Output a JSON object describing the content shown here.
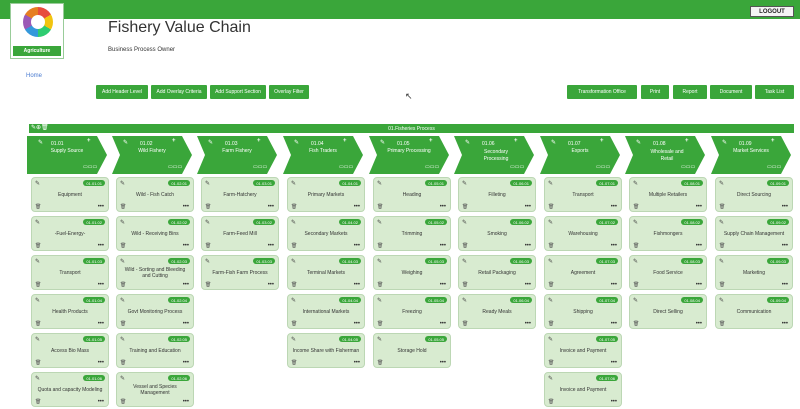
{
  "topbar": {
    "logout_label": "LOGOUT"
  },
  "logo": {
    "label": "Agriculture"
  },
  "app": {
    "title": "Fishery Value Chain",
    "subtitle": "Business Process Owner",
    "breadcrumb": "Home"
  },
  "toolbar_left": [
    "Add Header Level",
    "Add Overlay Criteria",
    "Add Support Section",
    "Overlay Filter"
  ],
  "toolbar_right": [
    "Transformation Office",
    "Print",
    "Report",
    "Document",
    "Task List"
  ],
  "process": {
    "title": "01.Fisheries Process"
  },
  "headers": [
    {
      "code": "01.01",
      "name": "Supply Source"
    },
    {
      "code": "01.02",
      "name": "Wild Fishery"
    },
    {
      "code": "01.03",
      "name": "Farm Fishery"
    },
    {
      "code": "01.04",
      "name": "Fish Traders"
    },
    {
      "code": "01.05",
      "name": "Primary Processing"
    },
    {
      "code": "01.06",
      "name": "Secondary Processing"
    },
    {
      "code": "01.07",
      "name": "Exports"
    },
    {
      "code": "01.08",
      "name": "Wholesale and Retail"
    },
    {
      "code": "01.09",
      "name": "Market Services"
    }
  ],
  "columns": [
    [
      {
        "code": "01.01.01",
        "name": "Equipment"
      },
      {
        "code": "01.01.02",
        "name": "-Fuel-Energy-"
      },
      {
        "code": "01.01.03",
        "name": "Transport"
      },
      {
        "code": "01.01.04",
        "name": "Health Products"
      },
      {
        "code": "01.01.05",
        "name": "Access Bio Mass"
      },
      {
        "code": "01.01.06",
        "name": "Quota and capacity Modeling"
      }
    ],
    [
      {
        "code": "01.02.01",
        "name": "Wild - Fish Catch"
      },
      {
        "code": "01.02.02",
        "name": "Wild - Receiving Bins"
      },
      {
        "code": "01.02.03",
        "name": "Wild - Sorting and Bleeding and Cutting"
      },
      {
        "code": "01.02.04",
        "name": "Govt Monitoring Process"
      },
      {
        "code": "01.02.05",
        "name": "Training and Education"
      },
      {
        "code": "01.02.06",
        "name": "Vessel and Species Management"
      }
    ],
    [
      {
        "code": "01.03.01",
        "name": "Farm-Hatchery"
      },
      {
        "code": "01.03.02",
        "name": "Farm-Feed Mill"
      },
      {
        "code": "01.03.03",
        "name": "Farm-Fish Farm Process"
      }
    ],
    [
      {
        "code": "01.04.01",
        "name": "Primary Markets"
      },
      {
        "code": "01.04.02",
        "name": "Secondary Markets"
      },
      {
        "code": "01.04.03",
        "name": "Terminal Markets"
      },
      {
        "code": "01.04.04",
        "name": "International Markets"
      },
      {
        "code": "01.04.05",
        "name": "Income Share with Fisherman"
      }
    ],
    [
      {
        "code": "01.05.01",
        "name": "Heading"
      },
      {
        "code": "01.05.02",
        "name": "Trimming"
      },
      {
        "code": "01.05.03",
        "name": "Weighing"
      },
      {
        "code": "01.05.04",
        "name": "Freezing"
      },
      {
        "code": "01.05.05",
        "name": "Storage Hold"
      }
    ],
    [
      {
        "code": "01.06.01",
        "name": "Filleting"
      },
      {
        "code": "01.06.02",
        "name": "Smoking"
      },
      {
        "code": "01.06.03",
        "name": "Retail Packaging"
      },
      {
        "code": "01.06.04",
        "name": "Ready Meals"
      }
    ],
    [
      {
        "code": "01.07.01",
        "name": "Transport"
      },
      {
        "code": "01.07.02",
        "name": "Warehousing"
      },
      {
        "code": "01.07.03",
        "name": "Agreement"
      },
      {
        "code": "01.07.04",
        "name": "Shipping"
      },
      {
        "code": "01.07.05",
        "name": "Invoice and Payment"
      },
      {
        "code": "01.07.06",
        "name": "Invoice and Payment"
      }
    ],
    [
      {
        "code": "01.08.01",
        "name": "Multiple Retailers"
      },
      {
        "code": "01.08.02",
        "name": "Fishmongers"
      },
      {
        "code": "01.08.03",
        "name": "Food Service"
      },
      {
        "code": "01.08.04",
        "name": "Direct Selling"
      }
    ],
    [
      {
        "code": "01.09.01",
        "name": "Direct Sourcing"
      },
      {
        "code": "01.09.02",
        "name": "Supply Chain Management"
      },
      {
        "code": "01.09.03",
        "name": "Marketing"
      },
      {
        "code": "01.09.04",
        "name": "Communication"
      }
    ]
  ],
  "colors": {
    "accent": "#3aa63a",
    "card_bg": "#d8ebd0"
  }
}
